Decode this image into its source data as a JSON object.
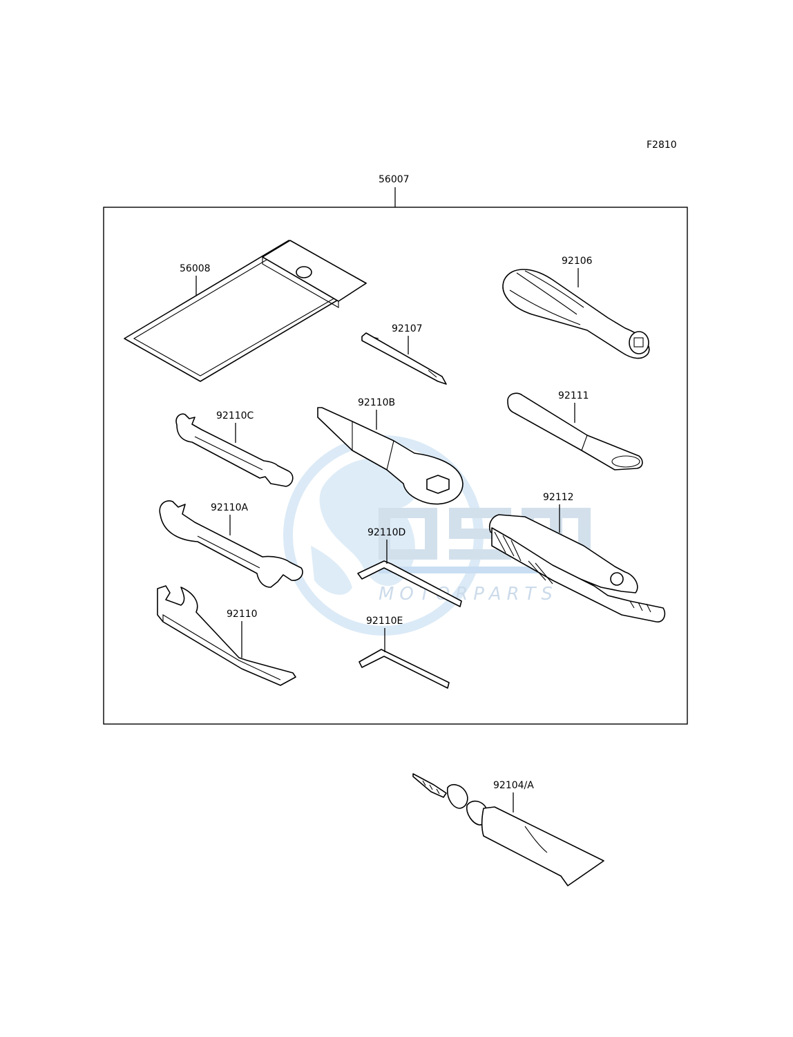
{
  "figure_code": "F2810",
  "assembly_label": "56007",
  "parts": {
    "p56008": "56008",
    "p92106": "92106",
    "p92107": "92107",
    "p92110C": "92110C",
    "p92110B": "92110B",
    "p92111": "92111",
    "p92110A": "92110A",
    "p92112": "92112",
    "p92110D": "92110D",
    "p92110": "92110",
    "p92110E": "92110E",
    "p92104A": "92104/A"
  },
  "watermark": {
    "text": "MOTORPARTS",
    "color": "#b7d4ee"
  }
}
